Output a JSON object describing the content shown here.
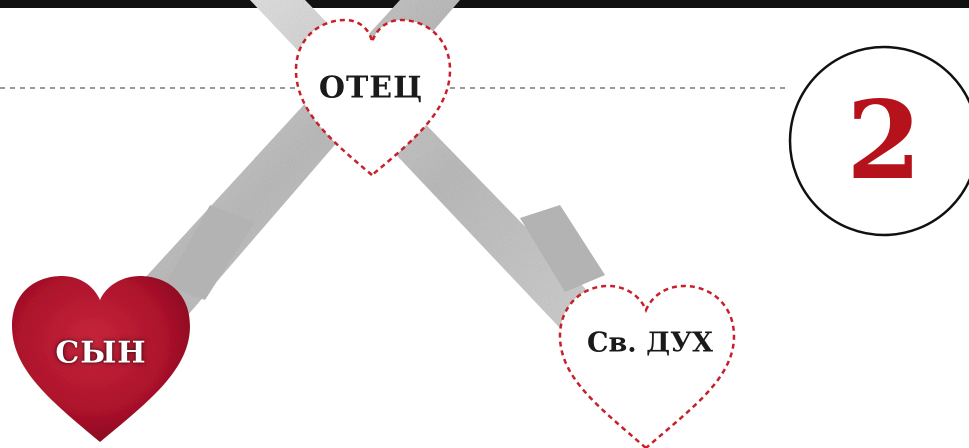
{
  "labels": {
    "father": "ОТЕЦ",
    "son": "СЫН",
    "holy_spirit": "Св. ДУХ"
  },
  "step": {
    "number": "2"
  },
  "colors": {
    "number_red": "#b5121b",
    "heart_dash": "#c8202a",
    "son_heart": "#b8132f",
    "sword_gray": "#c4c4c4",
    "top_bar": "#111111"
  }
}
